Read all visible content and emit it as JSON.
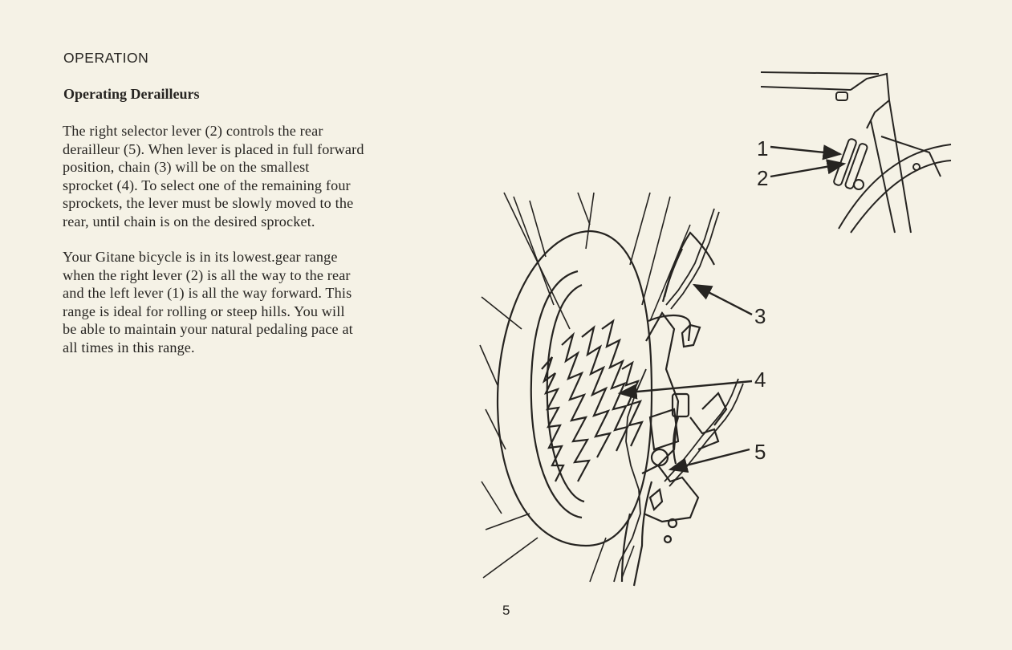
{
  "section_heading": "OPERATION",
  "sub_heading": "Operating Derailleurs",
  "paragraph1": [
    "The right selector lever (2) controls the rear",
    "derailleur (5).  When lever is placed in full forward",
    "position, chain (3) will be on the smallest",
    "sprocket (4).  To select one of the remaining four",
    "sprockets, the lever must be slowly moved to the",
    "rear, until chain is on the desired sprocket."
  ],
  "paragraph2": [
    "Your Gitane bicycle is in its lowest.gear range",
    "when the right lever (2) is all the way to the rear",
    "and the left lever (1) is all the way forward.  This",
    "range is ideal for rolling or steep hills.  You will",
    "be able to maintain your natural pedaling pace at",
    "all times in this range."
  ],
  "figure": {
    "callouts": [
      "1",
      "2",
      "3",
      "4",
      "5"
    ]
  },
  "page_number": "5"
}
